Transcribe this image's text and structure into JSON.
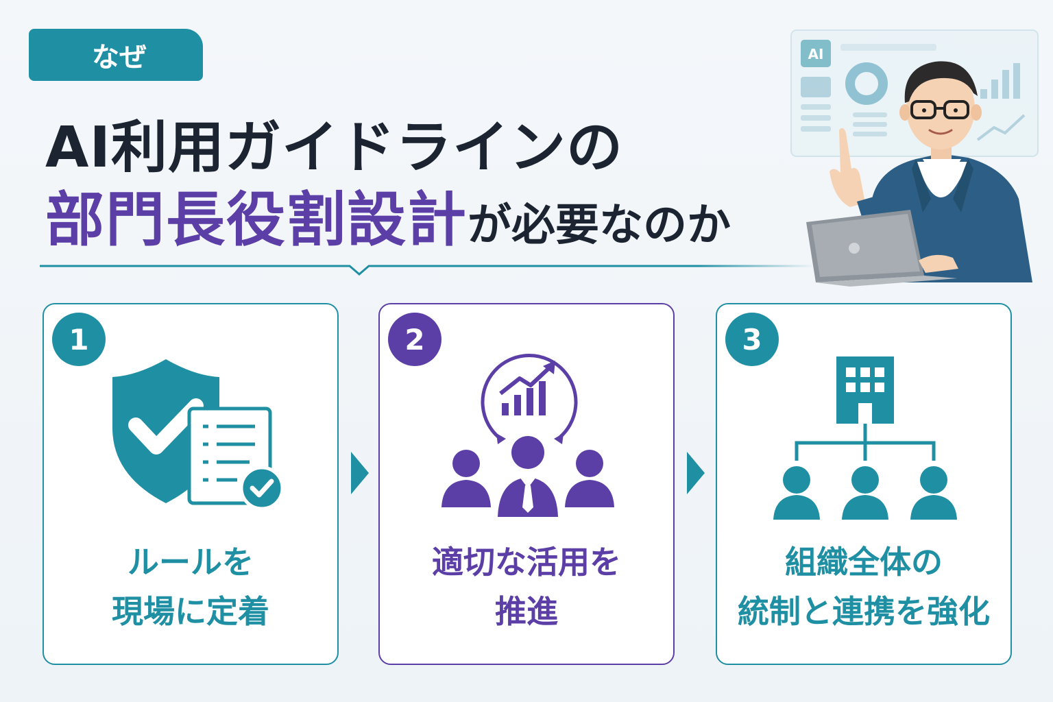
{
  "header": {
    "tag_label": "なぜ",
    "title_line1": "AI利用ガイドラインの",
    "title_highlight": "部門長役割設計",
    "title_rest": "が必要なのか"
  },
  "illustration": {
    "dashboard_badge": "AI"
  },
  "cards": [
    {
      "number": "1",
      "icon": "shield-check-document-icon",
      "line1": "ルールを",
      "line2": "現場に定着"
    },
    {
      "number": "2",
      "icon": "team-growth-chart-icon",
      "line1": "適切な活用を",
      "line2": "推進"
    },
    {
      "number": "3",
      "icon": "organization-hierarchy-icon",
      "line1": "組織全体の",
      "line2": "統制と連携を強化"
    }
  ],
  "colors": {
    "teal": "#1f8fa3",
    "purple": "#5c3fa6",
    "text_dark": "#1b2430"
  }
}
